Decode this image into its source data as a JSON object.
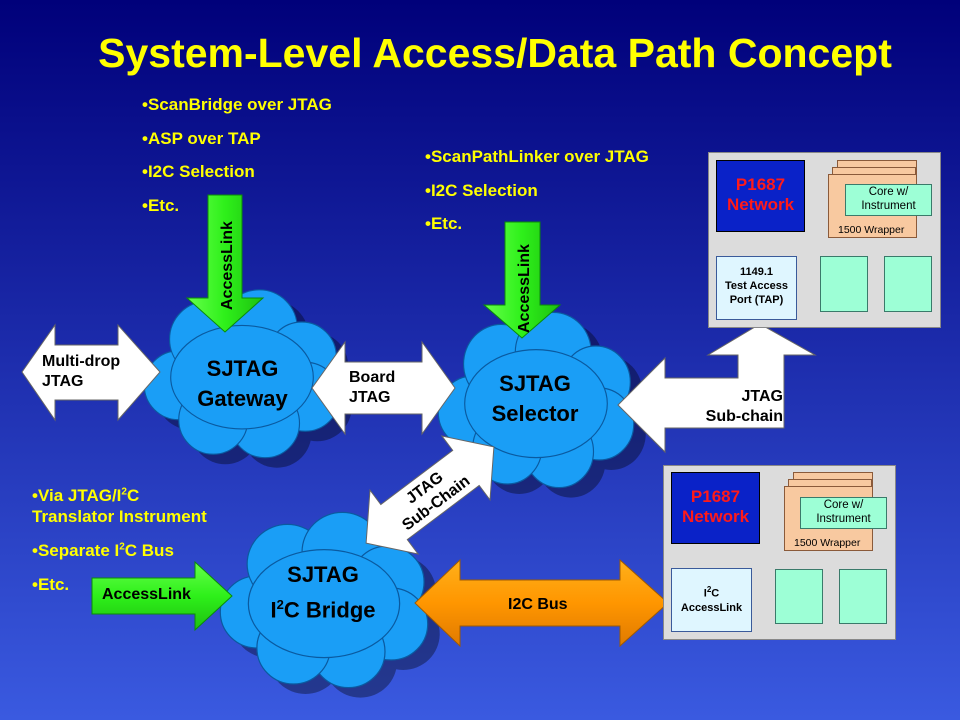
{
  "title": "System-Level Access/Data Path Concept",
  "bullets_gateway": [
    "•ScanBridge over JTAG",
    "•ASP over TAP",
    "•I2C Selection",
    "•Etc."
  ],
  "bullets_selector": [
    "•ScanPathLinker over JTAG",
    "•I2C Selection",
    "•Etc."
  ],
  "bullets_bridge": {
    "line1": "•Via JTAG/I",
    "line1_sup": "2",
    "line1_end": "C",
    "line2": "Translator Instrument",
    "line3": "•Separate I",
    "line3_sup": "2",
    "line3_end": "C Bus",
    "line4": "•Etc."
  },
  "clouds": {
    "gateway": [
      "SJTAG",
      "Gateway"
    ],
    "selector": [
      "SJTAG",
      "Selector"
    ],
    "bridge_line1": "SJTAG",
    "bridge_line2_pre": "I",
    "bridge_line2_sup": "2",
    "bridge_line2_end": "C Bridge"
  },
  "arrows": {
    "multidrop": [
      "Multi-drop",
      "JTAG"
    ],
    "board": [
      "Board",
      "JTAG"
    ],
    "subchain_right": [
      "JTAG",
      "Sub-chain"
    ],
    "subchain_diag": [
      "JTAG",
      "Sub-Chain"
    ],
    "accesslink": "AccessLink",
    "i2c_bus": "I2C Bus"
  },
  "panel_top": {
    "network": [
      "P1687",
      "Network"
    ],
    "core": [
      "Core w/",
      "Instrument"
    ],
    "wrapper": "1500 Wrapper",
    "tap": [
      "1149.1",
      "Test Access",
      "Port (TAP)"
    ]
  },
  "panel_bottom": {
    "network": [
      "P1687",
      "Network"
    ],
    "core": [
      "Core w/",
      "Instrument"
    ],
    "wrapper": "1500 Wrapper",
    "i2c_pre": "I",
    "i2c_sup": "2",
    "i2c_end": "C",
    "i2c_label2": "AccessLink"
  },
  "colors": {
    "background_top": "#00007a",
    "background_bottom": "#3a5ae0",
    "title": "#ffff00",
    "cloud": "#1a9ef6",
    "accesslink_green": "#33ff1a",
    "i2c_orange": "#ff9a00"
  }
}
